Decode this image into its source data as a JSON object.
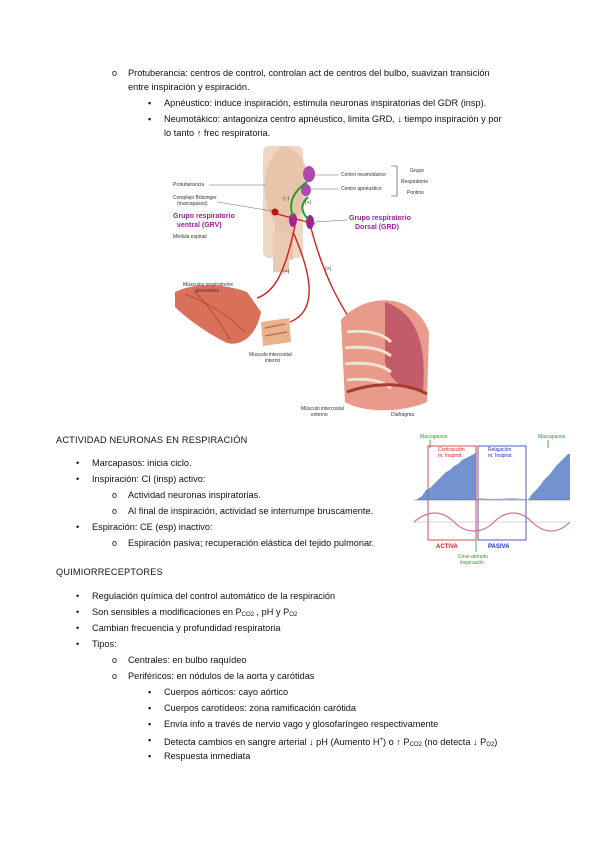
{
  "top": {
    "item1_l1": "Protuberancia: centros de control, controlan act de centros del bulbo, suavizan transición",
    "item1_l2": "entre inspiración y espiración.",
    "sub1": "Apnéustico: induce inspiración, estimula neuronas inspiratorias del GDR (insp).",
    "sub2_l1": "Neumotákico: antagoniza centro apnéustico, limita GRD, ↓ tiempo inspiración y por",
    "sub2_l2": "lo tanto ↑ frec respiratoria."
  },
  "figure1": {
    "centro_neumotaxico": "Centro neumotáxico",
    "centro_apneustico": "Centro apnéustico",
    "grupo": "Grupo",
    "respiratorio": "Respiratorio",
    "pontino": "Pontino",
    "protuberancia": "Protuberancia",
    "complejo_l1": "Complejo Bötzinger",
    "complejo_l2": "(marcapasos)",
    "grv_l1": "Grupo respiratorio",
    "grv_l2": "ventral (GRV)",
    "medula": "Médula espinal",
    "grd_l1": "Grupo respiratorio",
    "grd_l2": "Dorsal (GRD)",
    "minus": "(–)",
    "plus": "(+)",
    "musculos_acc_l1": "Músculos respiratorios",
    "musculos_acc_l2": "accesorios",
    "intercostal_int_l1": "Músculo intercostal",
    "intercostal_int_l2": "interno",
    "intercostal_ext_l1": "Músculo intercostal",
    "intercostal_ext_l2": "externo",
    "diafragma": "Diafragma"
  },
  "actividad": {
    "heading": "ACTIVIDAD NEURONAS EN RESPIRACIÓN",
    "b1": "Marcapasos: inicia ciclo.",
    "b2": "Inspiración: CI (insp) activo:",
    "b2a": "Actividad neuronas inspiratorias.",
    "b2b": "Al final de inspiración, actividad se interrumpe bruscamente.",
    "b3": "Espiración: CE (esp) inactivo:",
    "b3a": "Espiración pasiva; recuperación elástica del tejido pulmonar."
  },
  "figure2": {
    "marcapasos1": "Marcapasos",
    "marcapasos2": "Marcapasos",
    "contraccion_l1": "Contracción",
    "contraccion_l2": "m. Inspirat.",
    "relajacion_l1": "Relajación",
    "relajacion_l2": "m. Inspirat.",
    "activa": "ACTIVA",
    "pasiva": "PASIVA",
    "cese_l1": "Cese abrupto",
    "cese_l2": "inspiración"
  },
  "quimio": {
    "heading": "QUIMIORRECEPTORES",
    "b1": "Regulación química del control automático de la respiración",
    "b2_pre": "Son sensibles a modificaciones en P",
    "b2_sub1": "CO2",
    "b2_mid": " , pH y P",
    "b2_sub2": "O2",
    "b3": "Cambian frecuencia y profundidad respiratoria",
    "b4": "Tipos:",
    "c1": "Centrales: en bulbo raquídeo",
    "c2": "Periféricos: en nódulos de la aorta y carótidas",
    "d1": "Cuerpos aórticos: cayo aórtico",
    "d2": "Cuerpos carotídeos: zona ramificación carótida",
    "d3": "Envía info a través de nervio vago y glosofaríngeo respectivamente",
    "d4_pre": "Detecta cambios en sangre arterial ↓ pH (Aumento H",
    "d4_sup": "+",
    "d4_mid": ") o ↑ P",
    "d4_sub1": "CO2",
    "d4_mid2": " (no detecta ↓ P",
    "d4_sub2": "O2",
    "d4_end": ")",
    "d5": "Respuesta inmediata"
  },
  "glyphs": {
    "circle": "o",
    "square": "▪",
    "dot": "•"
  },
  "colors": {
    "grv": "#a020a0",
    "grd": "#a020a0",
    "arrow": "#d02020",
    "green": "#20a030"
  }
}
